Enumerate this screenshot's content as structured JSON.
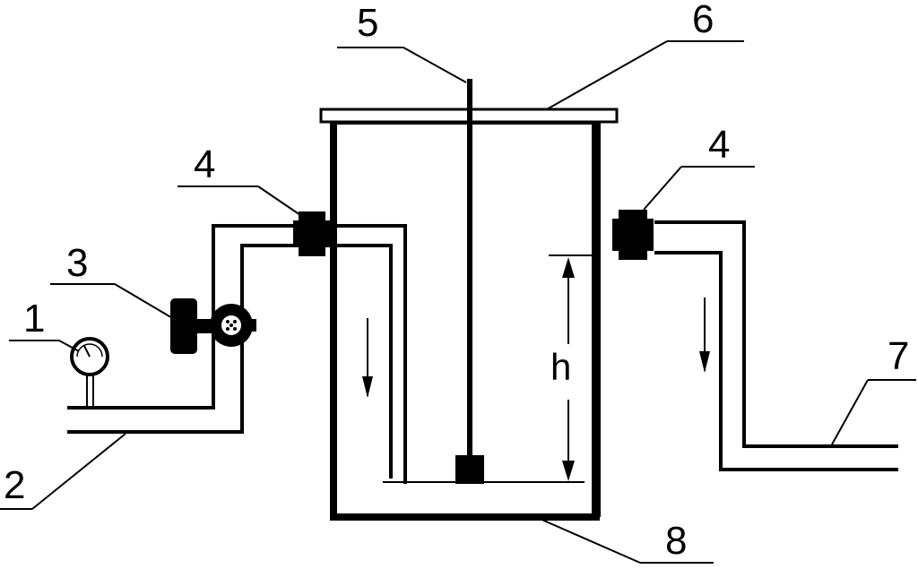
{
  "labels": {
    "gauge": "1",
    "inlet_pipe": "2",
    "valve": "3",
    "fitting_left": "4",
    "fitting_right": "4",
    "stirrer": "5",
    "lid": "6",
    "outlet_pipe": "7",
    "vessel": "8",
    "height": "h"
  },
  "colors": {
    "ink": "#000000",
    "background": "#ffffff"
  }
}
